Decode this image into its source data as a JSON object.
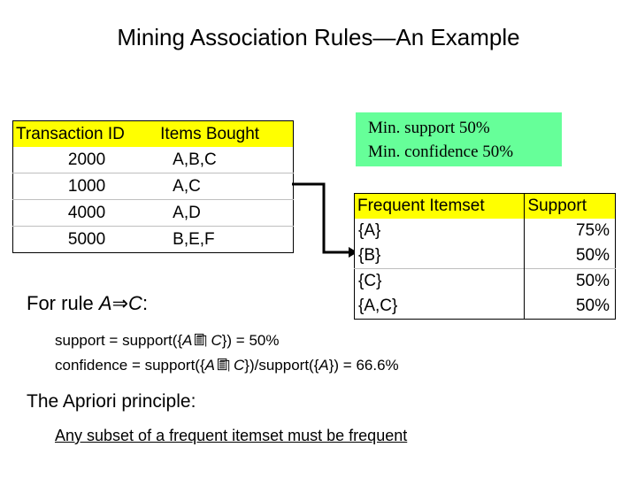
{
  "slide": {
    "title": "Mining Association Rules—An Example"
  },
  "transaction_table": {
    "name": "transaction-table",
    "headers": [
      "Transaction ID",
      "Items Bought"
    ],
    "rows": [
      {
        "id": "2000",
        "items": "A,B,C"
      },
      {
        "id": "1000",
        "items": "A,C"
      },
      {
        "id": "4000",
        "items": "A,D"
      },
      {
        "id": "5000",
        "items": "B,E,F"
      }
    ]
  },
  "min_support_box": {
    "line1": "Min. support 50%",
    "line2": "Min. confidence 50%",
    "background_color": "#66ff99"
  },
  "frequent_table": {
    "name": "frequent-itemset-table",
    "headers": [
      "Frequent Itemset",
      "Support"
    ],
    "rows": [
      {
        "itemset": "{A}",
        "support": "75%"
      },
      {
        "itemset": "{B}",
        "support": "50%"
      },
      {
        "itemset": "{C}",
        "support": "50%"
      },
      {
        "itemset": "{A,C}",
        "support": "50%"
      }
    ]
  },
  "connector": {
    "icon": "elbow-arrow-right-icon",
    "color": "#000000"
  },
  "rule": {
    "prefix": "For rule ",
    "antecedent": "A",
    "implies": "⇒",
    "consequent": "C",
    "suffix": ":"
  },
  "formulas": {
    "support": {
      "part1": "support = support({",
      "var1": "A",
      "union_glyph": "missing-glyph-documents",
      "var2": "C",
      "part2": "}) = 50%"
    },
    "confidence": {
      "part1": "confidence = support({",
      "var1": "A",
      "union_glyph": "missing-glyph-documents",
      "var2": "C",
      "part2": "})/support({",
      "var3": "A",
      "part3": "}) = 66.6%"
    }
  },
  "apriori": {
    "heading": "The Apriori principle:",
    "statement": "Any subset of a frequent itemset must be frequent"
  },
  "colors": {
    "header_yellow": "#ffff00",
    "callout_green": "#66ff99",
    "row_separator": "#bfbfbf",
    "text": "#000000"
  }
}
